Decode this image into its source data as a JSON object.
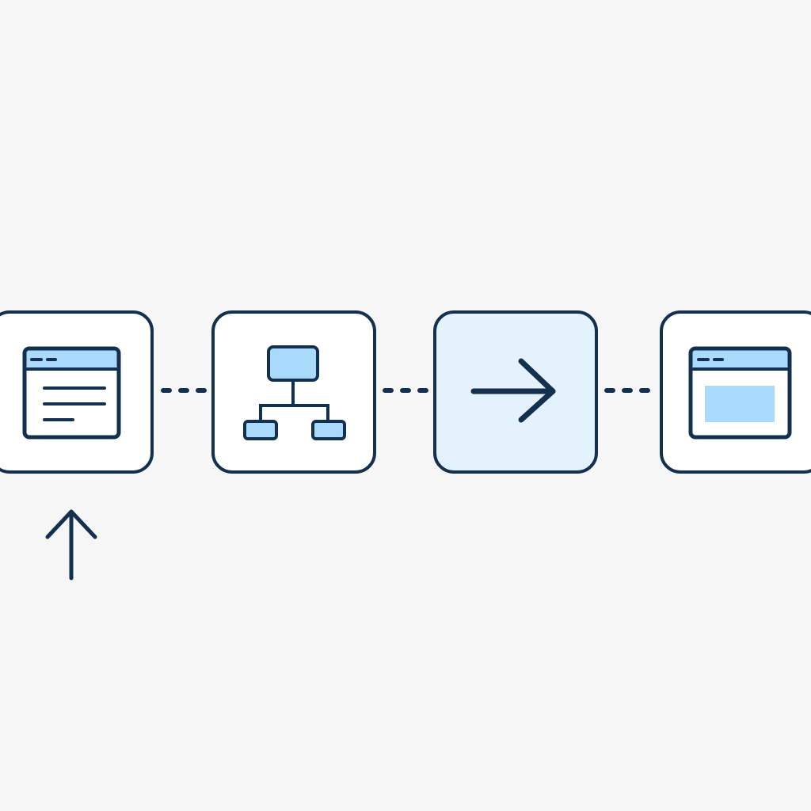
{
  "colors": {
    "background": "#f6f6f6",
    "stroke": "#14304f",
    "card_fill": "#ffffff",
    "card_highlight_fill": "#e3f2fd",
    "accent_fill": "#a9dafb"
  },
  "flow": {
    "steps": [
      {
        "icon": "document-window-icon",
        "highlighted": false
      },
      {
        "icon": "hierarchy-tree-icon",
        "highlighted": false
      },
      {
        "icon": "arrow-right-icon",
        "highlighted": true
      },
      {
        "icon": "preview-window-icon",
        "highlighted": false
      }
    ],
    "connectors": [
      "dotted-connector",
      "dotted-connector",
      "dotted-connector"
    ],
    "entry_indicator": "arrow-up-icon"
  }
}
